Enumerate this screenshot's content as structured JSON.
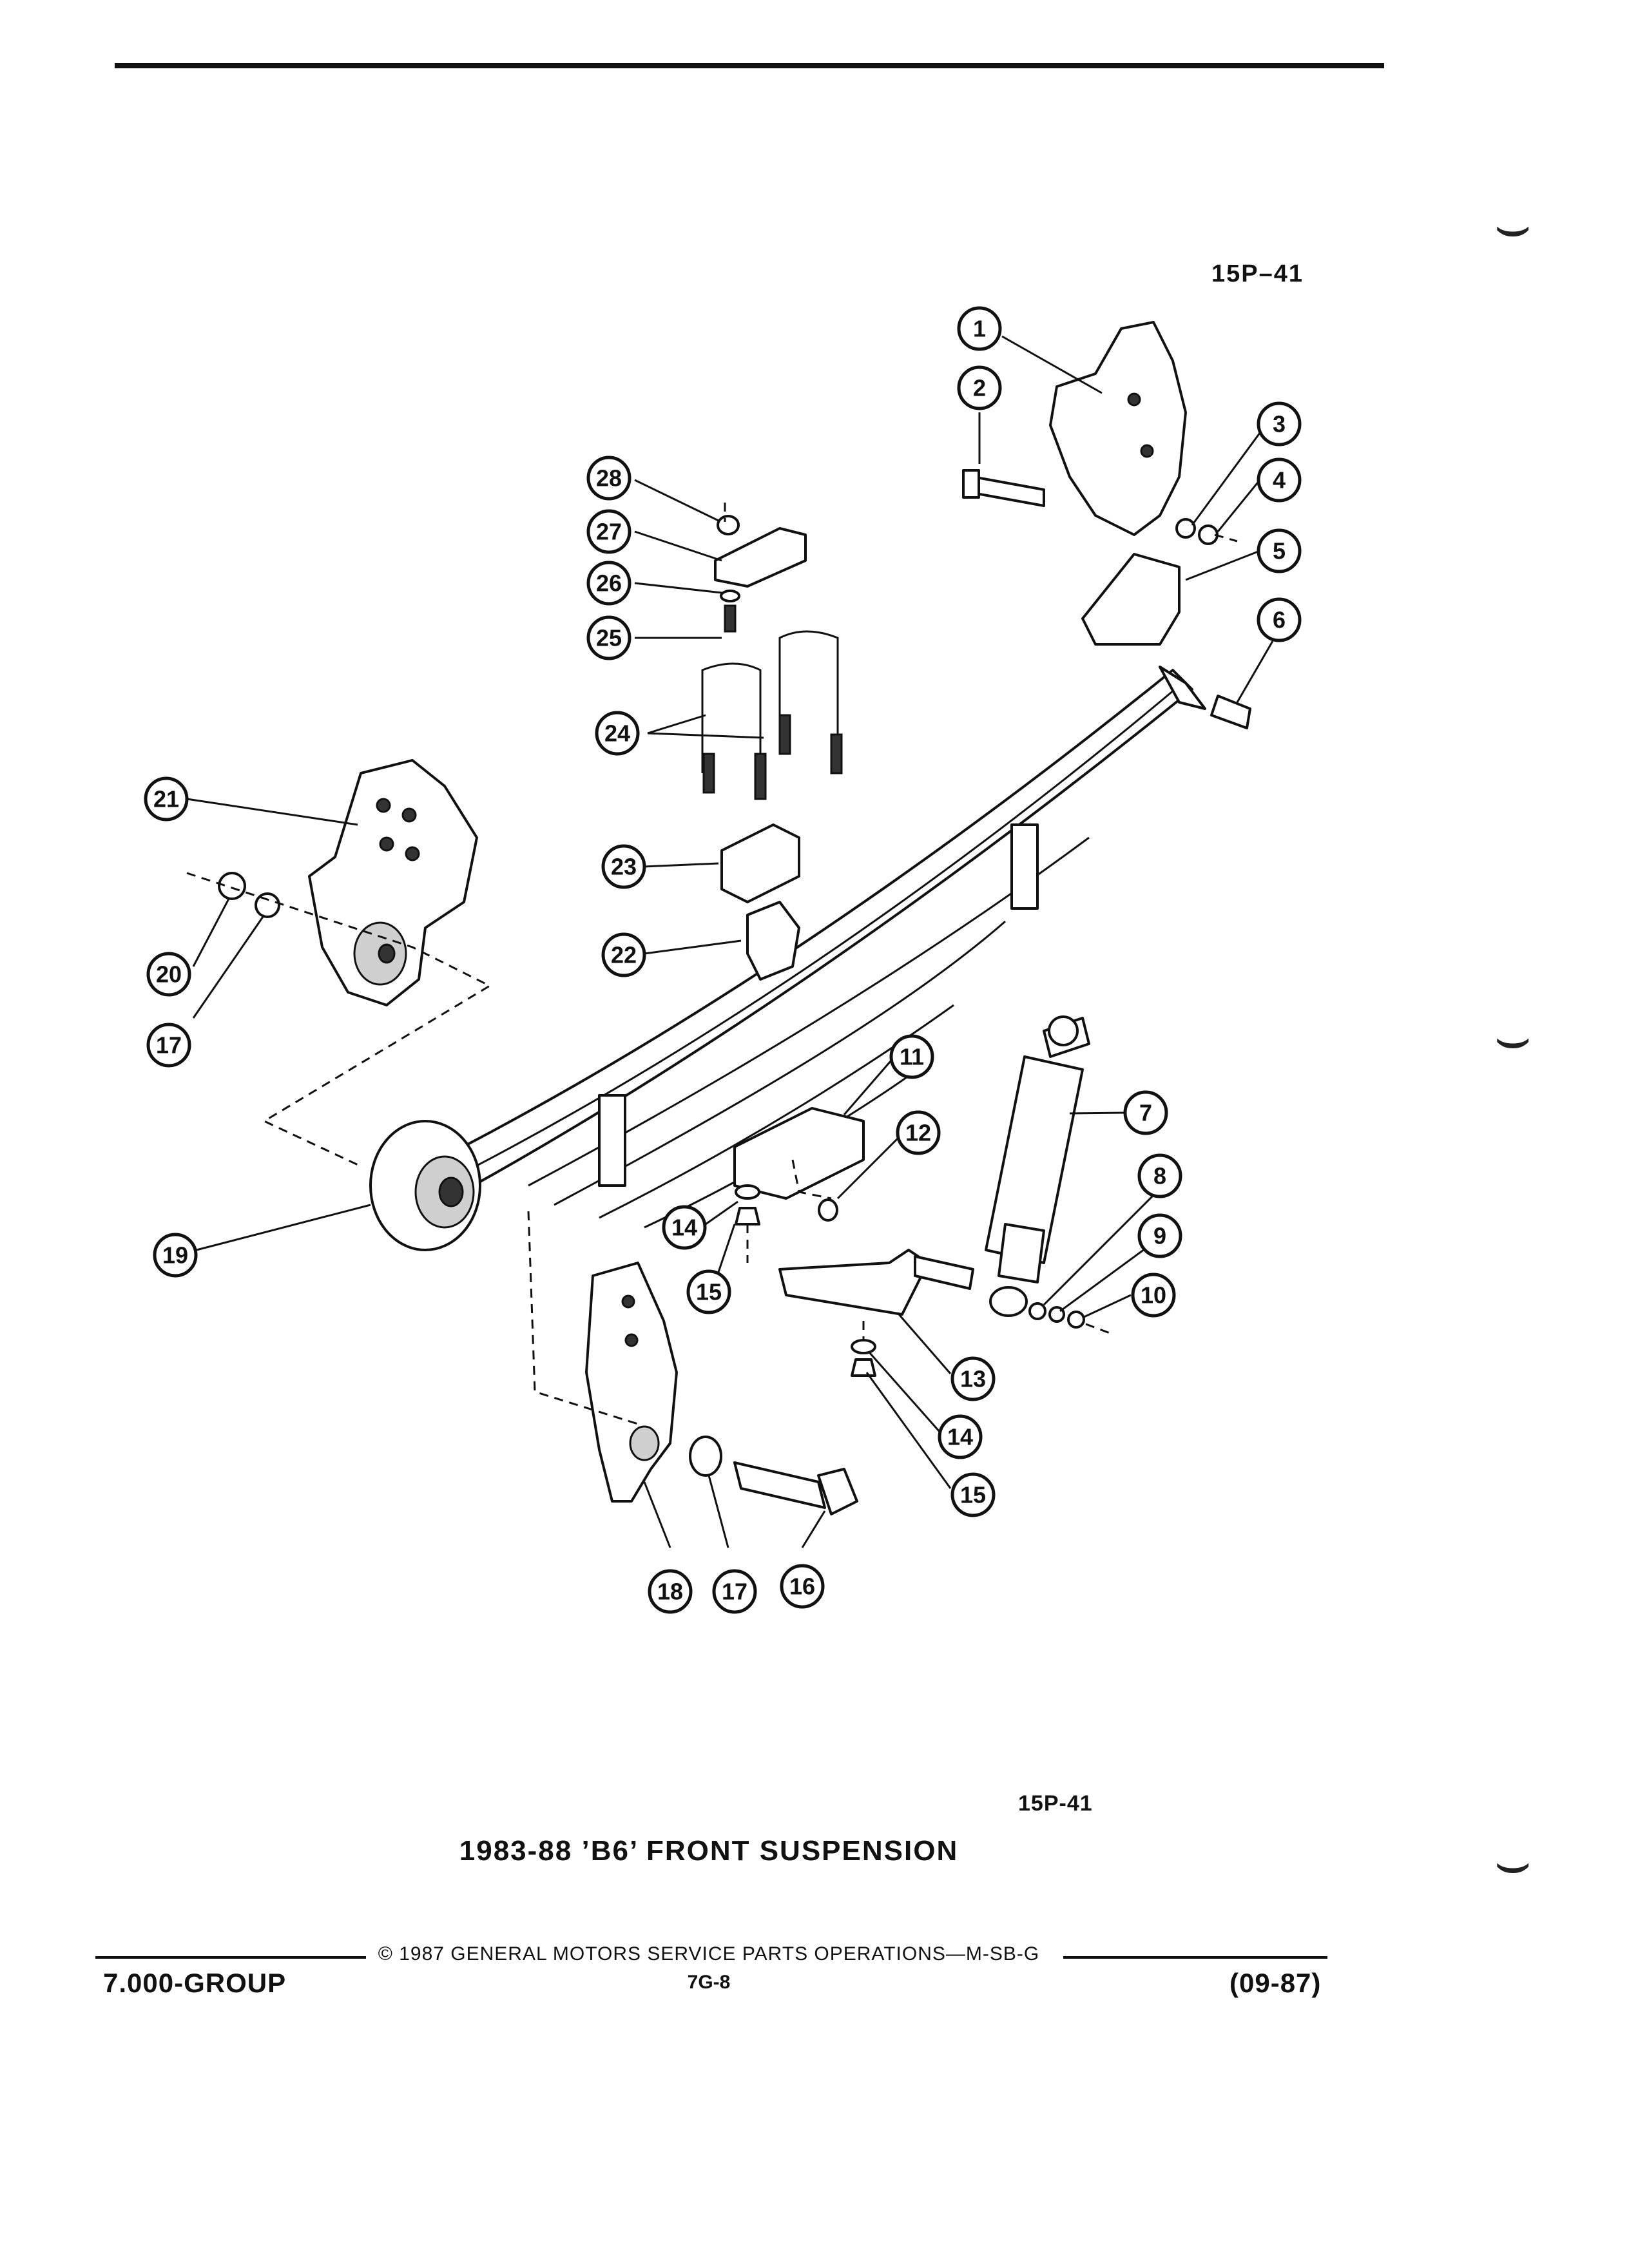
{
  "figure_id_top": "15P–41",
  "figure_id_bottom": "15P-41",
  "caption": "1983-88 ’B6’ FRONT SUSPENSION",
  "footer": {
    "copyright": "©  1987  GENERAL MOTORS SERVICE PARTS OPERATIONS—M-SB-G",
    "page_code": "7G-8",
    "group": "7.000-GROUP",
    "date": "(09-87)"
  },
  "callouts": [
    "1",
    "2",
    "3",
    "4",
    "5",
    "6",
    "7",
    "8",
    "9",
    "10",
    "11",
    "12",
    "13",
    "14",
    "14",
    "15",
    "15",
    "16",
    "17",
    "17",
    "18",
    "19",
    "20",
    "21",
    "22",
    "23",
    "24",
    "25",
    "26",
    "27",
    "28"
  ]
}
